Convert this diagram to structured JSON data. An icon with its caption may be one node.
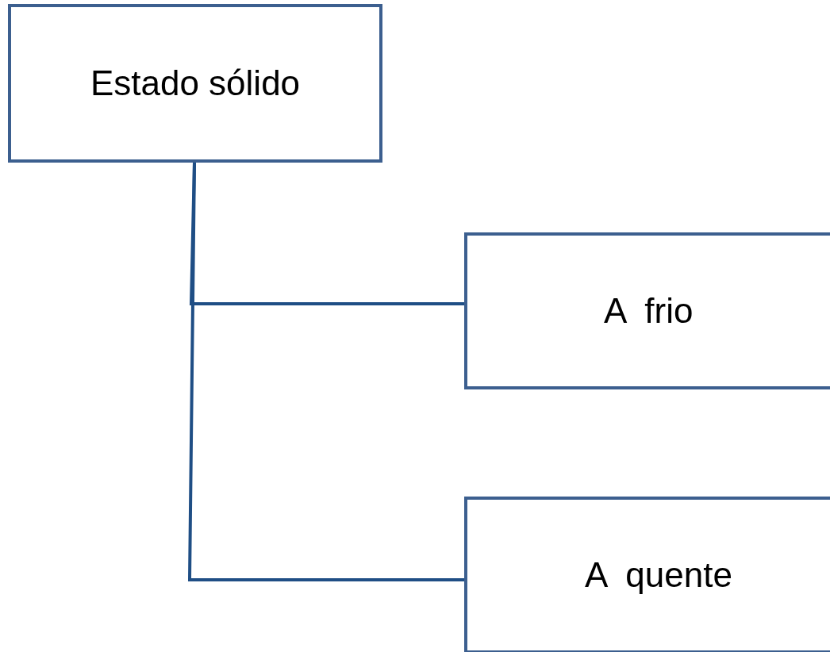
{
  "diagram": {
    "nodes": [
      {
        "text": [
          "Estado sólido"
        ]
      },
      {
        "text": [
          "A  frio"
        ]
      },
      {
        "text": [
          "A  quente"
        ]
      }
    ],
    "edges": [
      {
        "from": 0,
        "to": 1,
        "arrow": "none"
      },
      {
        "from": 0,
        "to": 2,
        "arrow": "none"
      }
    ]
  }
}
